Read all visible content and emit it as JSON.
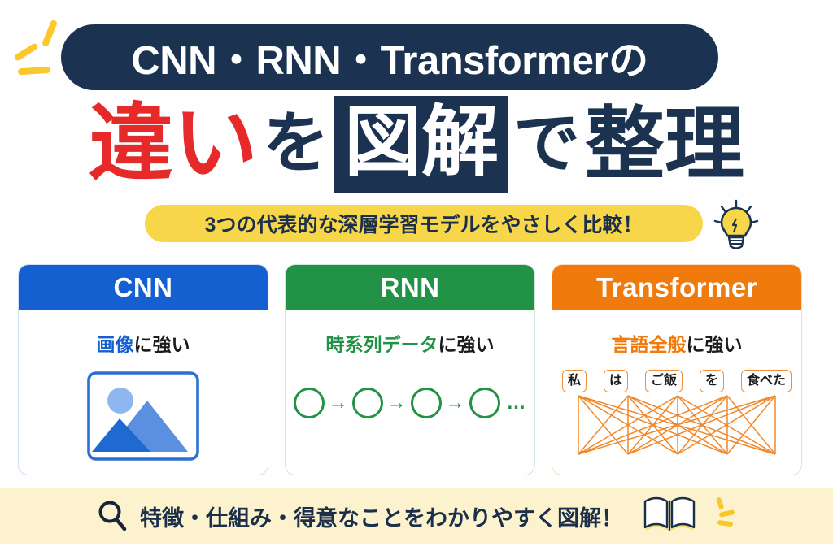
{
  "theme": {
    "navy": "#1b3350",
    "red": "#e62a2a",
    "yellow": "#f8d64a",
    "yellow_light": "#fcf2cd",
    "blue": "#1560d0",
    "green": "#229246",
    "orange": "#f07a0c",
    "background": "#fefefe"
  },
  "header": {
    "pill_title": "CNN・RNN・Transformerの",
    "headline": {
      "word_red": "違い",
      "particle_wo": "を",
      "boxed": "図解",
      "particle_de": "で",
      "word_end": "整理"
    },
    "subtitle": "3つの代表的な深層学習モデルをやさしく比較！",
    "sparkle_icon": "sparkle-rays-icon",
    "bulb_icon": "lightbulb-icon"
  },
  "cards": [
    {
      "id": "cnn",
      "title": "CNN",
      "caption_accent": "画像",
      "caption_rest": "に強い",
      "accent_color": "#1560d0",
      "visual": "image-photo-icon"
    },
    {
      "id": "rnn",
      "title": "RNN",
      "caption_accent": "時系列データ",
      "caption_rest": "に強い",
      "accent_color": "#229246",
      "visual": "sequence-chain-icon",
      "chain": {
        "node_count": 4,
        "arrow": "→",
        "ellipsis": "…"
      }
    },
    {
      "id": "transformer",
      "title": "Transformer",
      "caption_accent": "言語全般",
      "caption_rest": "に強い",
      "accent_color": "#f07a0c",
      "visual": "attention-graph-icon",
      "tokens": [
        "私",
        "は",
        "ご飯",
        "を",
        "食べた"
      ]
    }
  ],
  "footer": {
    "text": "特徴・仕組み・得意なことをわかりやすく図解！",
    "search_icon": "magnifier-icon",
    "book_icon": "open-book-icon",
    "sparkle_icon": "sparkle-rays-icon"
  }
}
